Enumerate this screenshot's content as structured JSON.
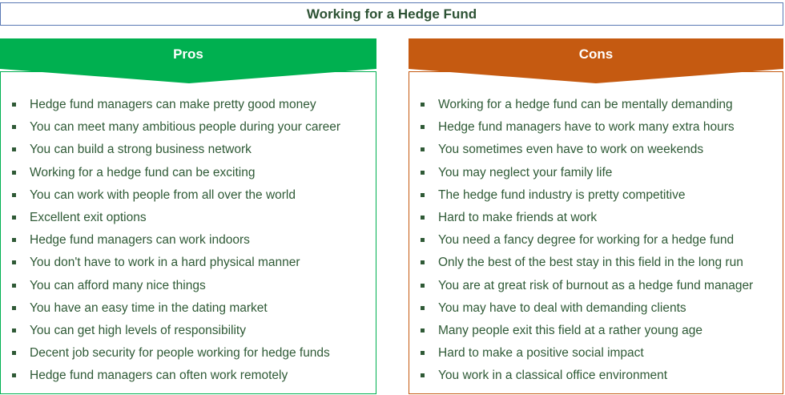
{
  "title": "Working for a Hedge Fund",
  "colors": {
    "pros": "#00b050",
    "cons": "#c55a11",
    "text": "#2f5a36"
  },
  "pros": {
    "label": "Pros",
    "items": [
      "Hedge fund managers can make pretty good money",
      "You can meet many ambitious people during your career",
      "You can build a strong business network",
      "Working for a hedge fund can be exciting",
      "You can work with people from all over the world",
      "Excellent exit options",
      "Hedge fund managers can work indoors",
      "You don't have to work in a hard physical manner",
      "You can afford many nice things",
      "You have an easy time in the dating market",
      "You can get high levels of responsibility",
      "Decent job security for people working for hedge funds",
      "Hedge fund managers can often work remotely"
    ]
  },
  "cons": {
    "label": "Cons",
    "items": [
      "Working for a hedge fund can be mentally demanding",
      "Hedge fund managers have to work many extra hours",
      "You sometimes even have to work on weekends",
      "You may neglect your family life",
      "The hedge fund industry is pretty competitive",
      "Hard to make friends at work",
      "You need a fancy degree for working for a hedge fund",
      "Only the best of the best stay in this field in the long run",
      "You are at great risk of burnout as a hedge fund manager",
      "You may have to deal with demanding clients",
      "Many people exit this field at a rather young age",
      "Hard to make a positive social impact",
      "You work in a classical office environment"
    ]
  }
}
